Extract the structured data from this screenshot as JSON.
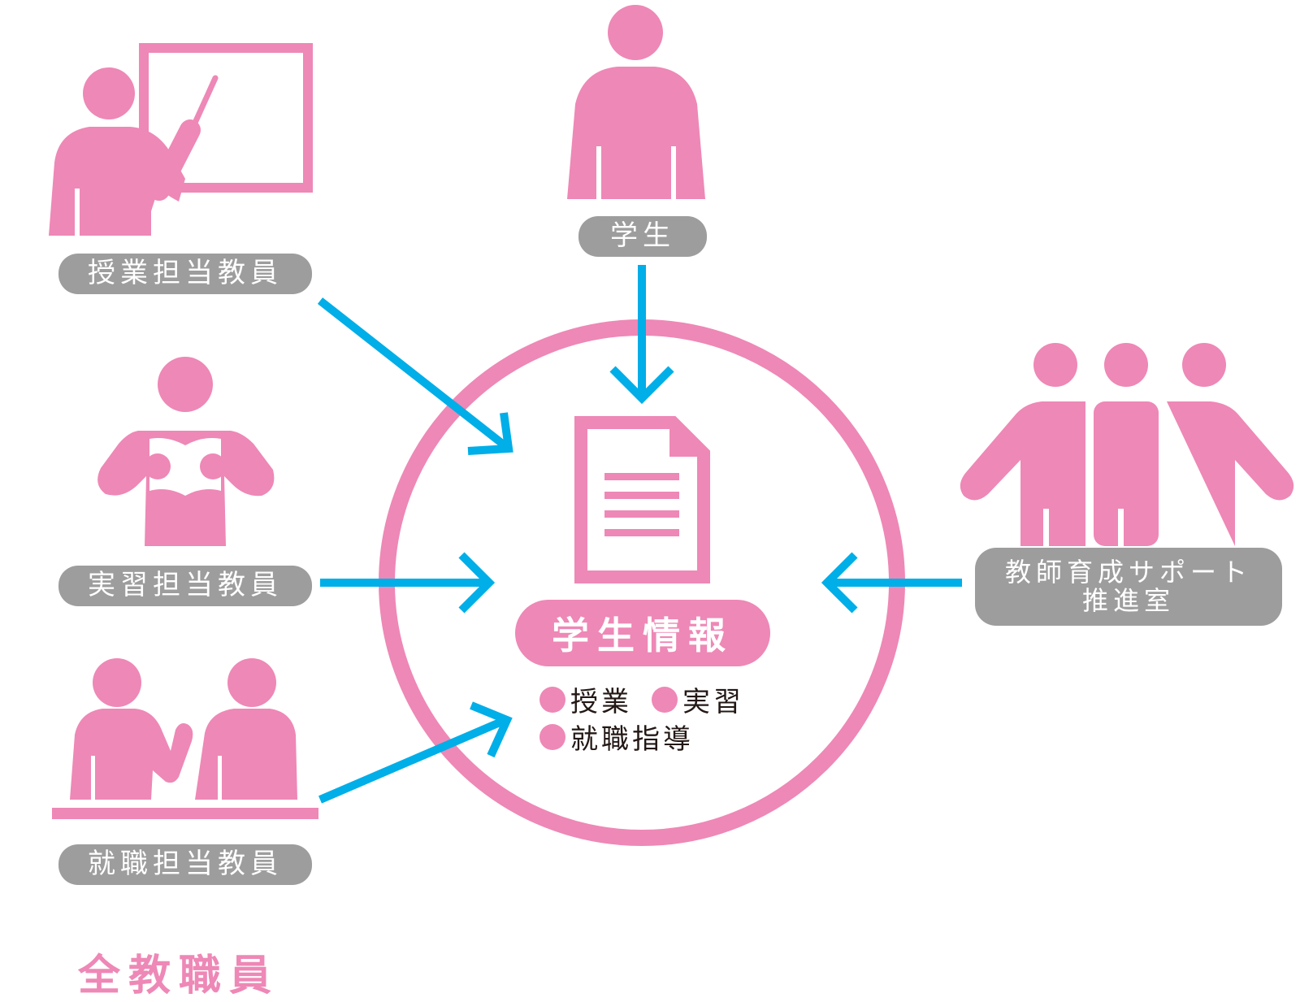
{
  "labels": {
    "student": "学生",
    "class_teacher": "授業担当教員",
    "practicum_teacher": "実習担当教員",
    "career_teacher": "就職担当教員",
    "support_office_line1": "教師育成サポート",
    "support_office_line2": "推進室"
  },
  "center": {
    "title": "学生情報",
    "items": [
      "授業",
      "実習",
      "就職指導"
    ]
  },
  "footer": {
    "all_staff": "全教職員"
  },
  "colors": {
    "pink": "#ee88b6",
    "arrow": "#00aee8",
    "pill": "#9d9d9d"
  },
  "icons": [
    "teacher-blackboard-icon",
    "student-icon",
    "reading-teacher-icon",
    "consultation-icon",
    "group-icon",
    "document-icon"
  ]
}
